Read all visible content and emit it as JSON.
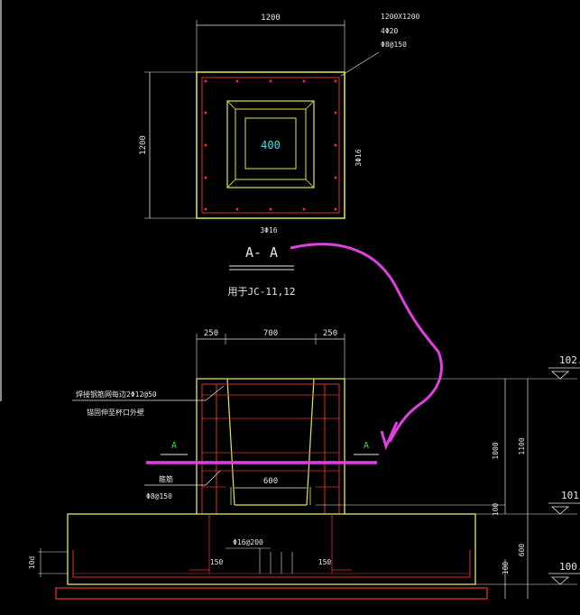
{
  "plan": {
    "width_dim": "1200",
    "height_dim": "1200",
    "spec_size": "1200X1200",
    "spec_bars": "4Φ20",
    "spec_stirrup": "Φ8@150",
    "center_label": "400",
    "side_bars": "3Φ16",
    "bottom_bars": "3Φ16",
    "section_title": "A- A",
    "usage_note": "用于JC-11,12"
  },
  "elevation": {
    "dims_top": [
      "250",
      "700",
      "250"
    ],
    "inner_width": "600",
    "weld_note_1": "焊接钢筋网每边2Φ12@50",
    "weld_note_2": "锚固伸至杯口外壁",
    "stirrup_label": "箍筋",
    "stirrup_spec": "Φ8@150",
    "base_bars": "Φ16@200",
    "cover_left": "150",
    "cover_right": "150",
    "anchor_label": "10d",
    "section_mark_left": "A",
    "section_mark_right": "A",
    "level_top": "102.",
    "level_mid": "101.",
    "level_bot": "100.",
    "vdim_1000": "1000",
    "vdim_1100": "1100",
    "vdim_100a": "100",
    "vdim_600": "600",
    "vdim_100b": "100"
  },
  "colors": {
    "background": "#000000",
    "outline": "#e6e64d",
    "rebar": "#e03030",
    "annotation": "#e6e6e6",
    "highlight": "#e040e0",
    "label_cyan": "#40e0e0"
  }
}
